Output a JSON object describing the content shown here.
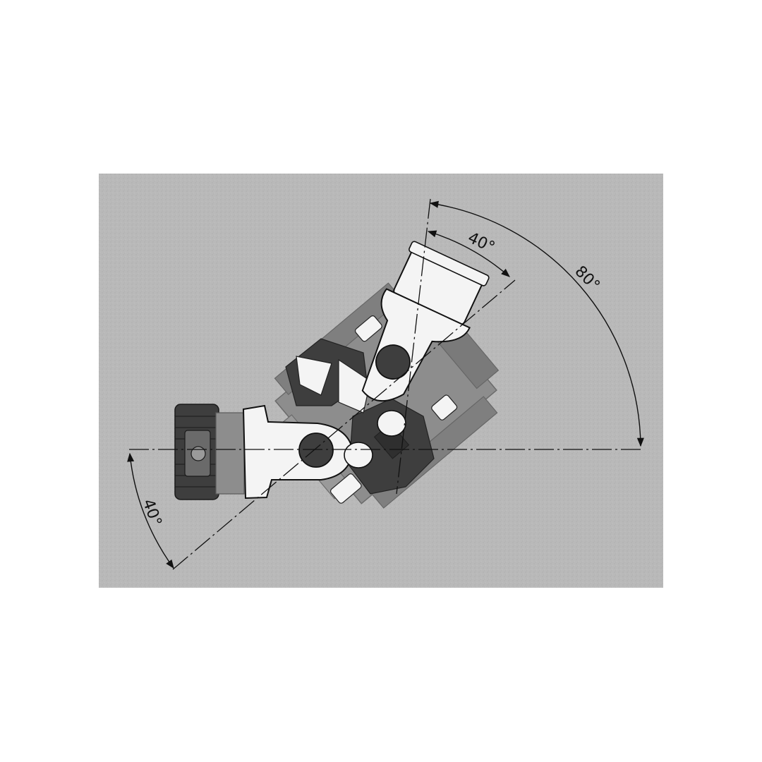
{
  "colors": {
    "page": "#ffffff",
    "panel": "#b9b9b9",
    "housing": "#8d8d8d",
    "housing_dark": "#7a7a7a",
    "dark_part": "#3e3e3e",
    "light_part": "#f4f4f4",
    "line": "#111111"
  },
  "annotations": {
    "angle_top_inner": "40°",
    "angle_top_outer": "80°",
    "angle_bottom": "40°"
  }
}
